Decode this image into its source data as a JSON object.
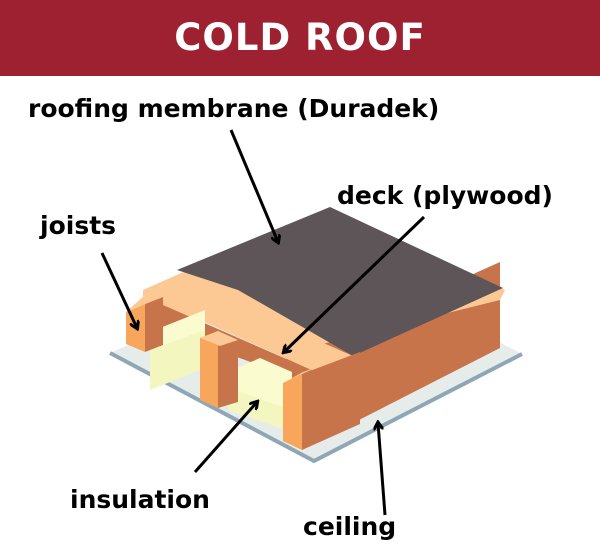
{
  "header": {
    "title": "COLD ROOF",
    "background_color": "#9e2132",
    "text_color": "#ffffff"
  },
  "diagram": {
    "labels": {
      "roofing_membrane": "roofing membrane (Duradek)",
      "deck": "deck (plywood)",
      "joists": "joists",
      "insulation": "insulation",
      "ceiling": "ceiling"
    },
    "colors": {
      "membrane": "#5d5558",
      "deck_top": "#fcc893",
      "joist_face": "#f7a65c",
      "joist_side": "#c8744a",
      "insulation": "#fbfbd0",
      "ceiling_top": "#e6ece9",
      "ceiling_edge": "#8ea6b6",
      "arrow": "#000000"
    }
  }
}
